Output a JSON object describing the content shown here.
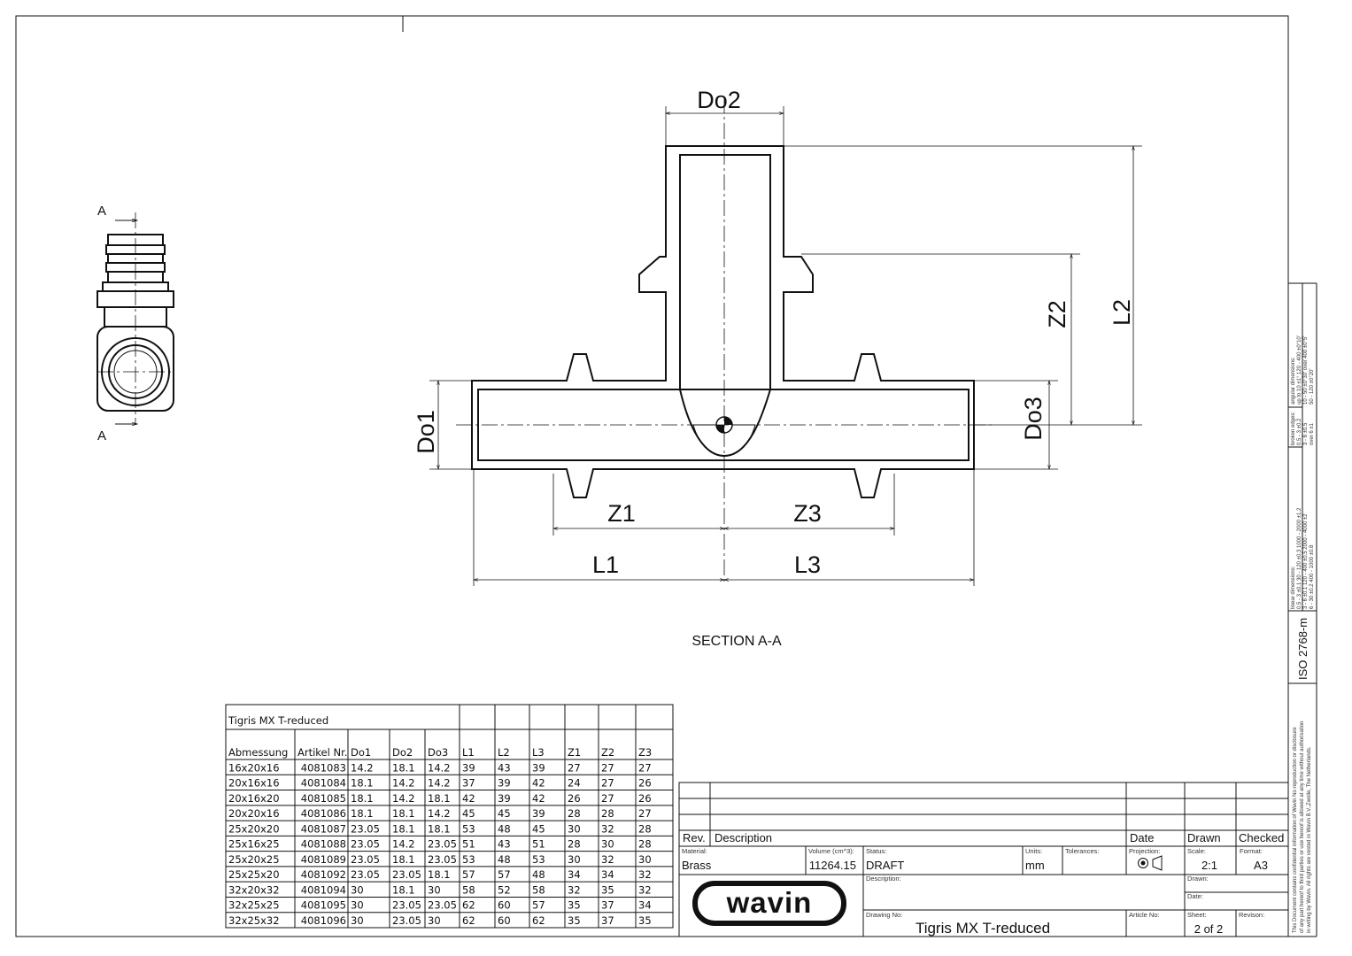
{
  "drawing": {
    "section_label": "SECTION A-A",
    "section_marker": "A",
    "dimensions": {
      "do1": "Do1",
      "do2": "Do2",
      "do3": "Do3",
      "l1": "L1",
      "l2": "L2",
      "l3": "L3",
      "z1": "Z1",
      "z2": "Z2",
      "z3": "Z3"
    }
  },
  "table": {
    "title": "Tigris MX T-reduced",
    "headers": [
      "Abmessung",
      "Artikel Nr.",
      "Do1",
      "Do2",
      "Do3",
      "L1",
      "L2",
      "L3",
      "Z1",
      "Z2",
      "Z3"
    ],
    "rows": [
      [
        "16x20x16",
        "4081083",
        "14.2",
        "18.1",
        "14.2",
        "39",
        "43",
        "39",
        "27",
        "27",
        "27"
      ],
      [
        "20x16x16",
        "4081084",
        "18.1",
        "14.2",
        "14.2",
        "37",
        "39",
        "42",
        "24",
        "27",
        "26"
      ],
      [
        "20x16x20",
        "4081085",
        "18.1",
        "14.2",
        "18.1",
        "42",
        "39",
        "42",
        "26",
        "27",
        "26"
      ],
      [
        "20x20x16",
        "4081086",
        "18.1",
        "18.1",
        "14.2",
        "45",
        "45",
        "39",
        "28",
        "28",
        "27"
      ],
      [
        "25x20x20",
        "4081087",
        "23.05",
        "18.1",
        "18.1",
        "53",
        "48",
        "45",
        "30",
        "32",
        "28"
      ],
      [
        "25x16x25",
        "4081088",
        "23.05",
        "14.2",
        "23.05",
        "51",
        "43",
        "51",
        "28",
        "30",
        "28"
      ],
      [
        "25x20x25",
        "4081089",
        "23.05",
        "18.1",
        "23.05",
        "53",
        "48",
        "53",
        "30",
        "32",
        "30"
      ],
      [
        "25x25x20",
        "4081092",
        "23.05",
        "23.05",
        "18.1",
        "57",
        "57",
        "48",
        "34",
        "34",
        "32"
      ],
      [
        "32x20x32",
        "4081094",
        "30",
        "18.1",
        "30",
        "58",
        "52",
        "58",
        "32",
        "35",
        "32"
      ],
      [
        "32x25x25",
        "4081095",
        "30",
        "23.05",
        "23.05",
        "62",
        "60",
        "57",
        "35",
        "37",
        "34"
      ],
      [
        "32x25x32",
        "4081096",
        "30",
        "23.05",
        "30",
        "62",
        "60",
        "62",
        "35",
        "37",
        "35"
      ]
    ]
  },
  "title_block": {
    "rev": "Rev.",
    "description": "Description",
    "date": "Date",
    "drawn": "Drawn",
    "checked": "Checked",
    "material_label": "Material:",
    "material": "Brass",
    "volume_label": "Volume (cm^3):",
    "volume": "11264.15",
    "status_label": "Status:",
    "status": "DRAFT",
    "units_label": "Units:",
    "units": "mm",
    "tolerances_label": "Tolerances:",
    "projection_label": "Projection:",
    "scale_label": "Scale:",
    "scale": "2:1",
    "format_label": "Format:",
    "format": "A3",
    "description_label": "Description:",
    "drawn_label": "Drawn:",
    "date_label": "Date:",
    "drawing_no_label": "Drawing No:",
    "drawing_no": "Tigris MX T-reduced",
    "article_no_label": "Article No:",
    "sheet_label": "Sheet:",
    "sheet": "2 of 2",
    "revision_label": "Revison:",
    "logo": "wavin"
  },
  "side_strip": {
    "confidential": [
      "This Document contains confidential information of Wavin No reproduction or disclosure",
      "of any part hereof to third parties or use hereof is allowed at any time without authorisation",
      "in writing by Wavin. All rights are vested in Wavin B.V.,Zwolle, The Netherlands."
    ],
    "standard": "ISO 2768-m",
    "linear_title": "linear dimensions:",
    "linear": [
      "0.5 - 3   ±0.1    30 - 120   ±0.3    1000 - 2000  ±1.2",
      "3 - 6   ±0.1    120 - 400   ±0.5    2000 - 4000  ±2",
      "6 - 30   ±0.2    400 - 1000  ±0.8"
    ],
    "broken_title": "broken edges:",
    "broken": [
      "0.5 - 3   ±0.2",
      "3 - 6   ±0.5",
      "over 6   ±1"
    ],
    "angular_title": "angular dimensions:",
    "angular": [
      "up to 10  ±1°    120 - 400  ±0°10'",
      "10 - 50  ±0°30'   over 400  ±0°5'",
      "50 - 120  ±0°20'"
    ]
  }
}
